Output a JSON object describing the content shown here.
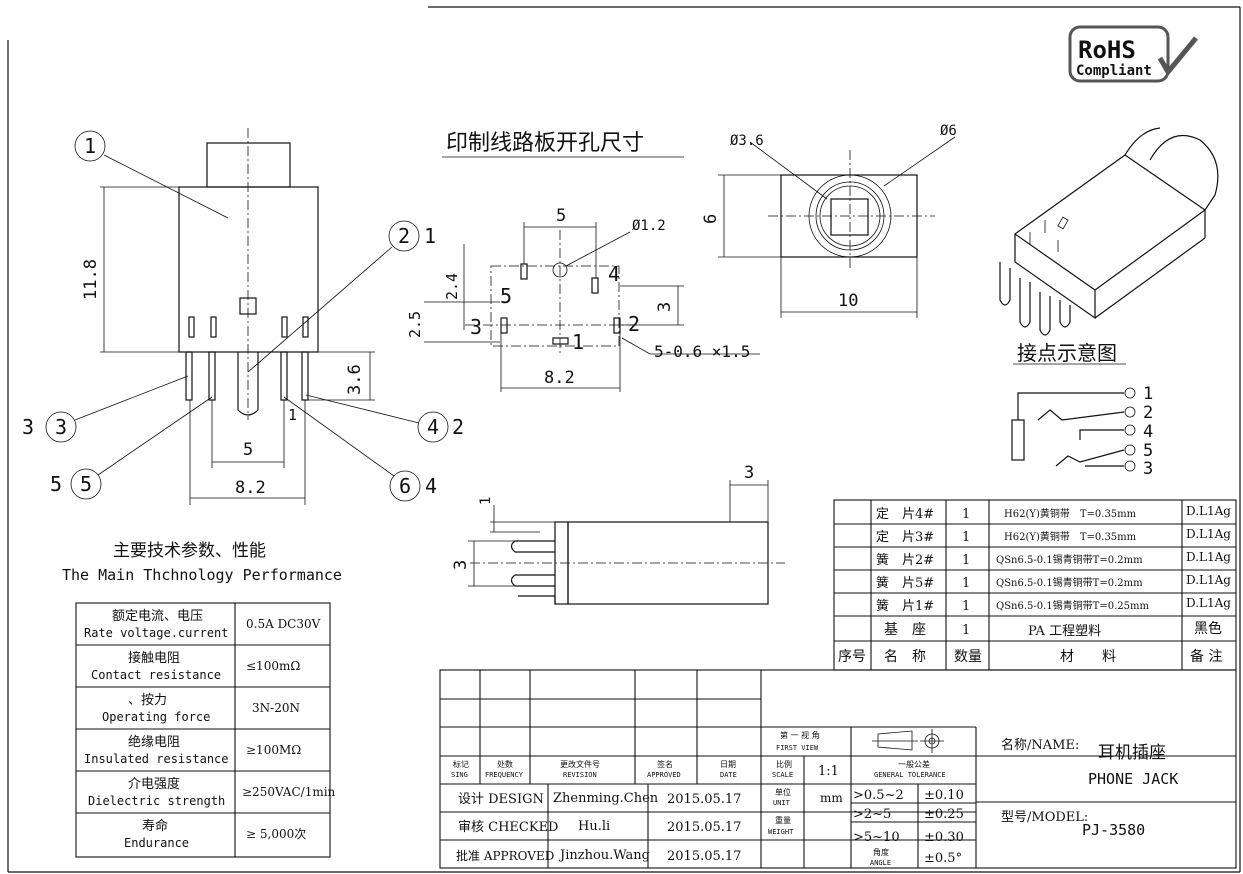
{
  "rohs": {
    "line1": "RoHS",
    "line2": "Compliant"
  },
  "pcb_title": "印制线路板开孔尺寸",
  "contact_title": "接点示意图",
  "front_view": {
    "height": "11.8",
    "pin_len": "3.6",
    "pitch_5": "5",
    "width_82": "8.2",
    "pin_1": "1",
    "callouts": [
      "1",
      "2",
      "3",
      "4",
      "5",
      "6"
    ],
    "callout_pins": {
      "c2": "1",
      "c3": "3",
      "c4": "2",
      "c5": "5",
      "c6": "4"
    }
  },
  "pcb": {
    "d_5": "5",
    "d_phi12": "Ø1.2",
    "d_24": "2.4",
    "d_25": "2.5",
    "d_3": "3",
    "d_82": "8.2",
    "d_hole": "5-0.6 ×1.5",
    "pins": [
      "1",
      "2",
      "3",
      "4",
      "5"
    ]
  },
  "top_view": {
    "d_phi36": "Ø3.6",
    "d_phi6": "Ø6",
    "d_6": "6",
    "d_10": "10"
  },
  "side_view": {
    "d_3_top": "3",
    "d_1": "1",
    "d_3_left": "3"
  },
  "schematic_pins": [
    "1",
    "2",
    "4",
    "5",
    "3"
  ],
  "spec": {
    "title_cn": "主要技术参数、性能",
    "title_en": "The Main Thchnology Performance",
    "rows": [
      {
        "cn": "额定电流、电压",
        "en": "Rate voltage.current",
        "value": "0.5A DC30V"
      },
      {
        "cn": "接触电阻",
        "en": "Contact resistance",
        "value": "≤100mΩ"
      },
      {
        "cn": "、按力",
        "en": "Operating force",
        "value": "3N-20N"
      },
      {
        "cn": "绝缘电阻",
        "en": "Insulated resistance",
        "value": "≥100MΩ"
      },
      {
        "cn": "介电强度",
        "en": "Dielectric strength",
        "value": "≥250VAC/1min"
      },
      {
        "cn": "寿命",
        "en": "Endurance",
        "value": "≥ 5,000次"
      }
    ]
  },
  "bom": {
    "rows": [
      {
        "name": "定　片4#",
        "qty": "1",
        "material": "H62(Y)黄铜带　T=0.35mm",
        "note": "D.L1Ag"
      },
      {
        "name": "定　片3#",
        "qty": "1",
        "material": "H62(Y)黄铜带　T=0.35mm",
        "note": "D.L1Ag"
      },
      {
        "name": "簧　片2#",
        "qty": "1",
        "material": "QSn6.5-0.1锡青铜带T=0.2mm",
        "note": "D.L1Ag"
      },
      {
        "name": "簧　片5#",
        "qty": "1",
        "material": "QSn6.5-0.1锡青铜带T=0.2mm",
        "note": "D.L1Ag"
      },
      {
        "name": "簧　片1#",
        "qty": "1",
        "material": "QSn6.5-0.1锡青铜带T=0.25mm",
        "note": "D.L1Ag"
      },
      {
        "name": "基　座",
        "qty": "1",
        "material": "PA 工程塑料",
        "note": "黑色"
      }
    ],
    "header": {
      "seq": "序号",
      "name": "名　称",
      "qty": "数量",
      "material": "材　　料",
      "note": "备 注"
    }
  },
  "title_block": {
    "hdr": {
      "mark": "标记",
      "mark_en": "SING",
      "freq": "处数",
      "freq_en": "FREQUENCY",
      "rev": "更改文件号",
      "rev_en": "REVISION",
      "sign": "签名",
      "sign_en": "APPROVED",
      "date": "日期",
      "date_en": "DATE",
      "scale": "比例",
      "scale_en": "SCALE"
    },
    "scale_val": "1:1",
    "first_view_cn": "第 一 视 角",
    "first_view_en": "FIRST VIEW",
    "tol_cn": "一般公差",
    "tol_en": "GENERAL TOLERANCE",
    "design": {
      "label": "设计 DESIGN",
      "who": "Zhenming.Chen",
      "date": "2015.05.17"
    },
    "checked": {
      "label": "审核 CHECKED",
      "who": "Hu.li",
      "date": "2015.05.17"
    },
    "approved": {
      "label": "批准 APPROVED",
      "who": "Jinzhou.Wang",
      "date": "2015.05.17"
    },
    "unit_cn": "单位",
    "unit_en": "UNIT",
    "unit_val": "mm",
    "weight_cn": "重量",
    "weight_en": "WEIGHT",
    "angle_cn": "角度",
    "angle_en": "ANGLE",
    "tolerances": [
      {
        "range": ">0.5~2",
        "tol": "±0.10"
      },
      {
        "range": ">2~5",
        "tol": "±0.25"
      },
      {
        "range": ">5~10",
        "tol": "±0.30"
      },
      {
        "range": "",
        "tol": "±0.5°"
      }
    ],
    "name_label": "名称/NAME:",
    "name_cn": "耳机插座",
    "name_en": "PHONE JACK",
    "model_label": "型号/MODEL:",
    "model": "PJ-3580"
  }
}
